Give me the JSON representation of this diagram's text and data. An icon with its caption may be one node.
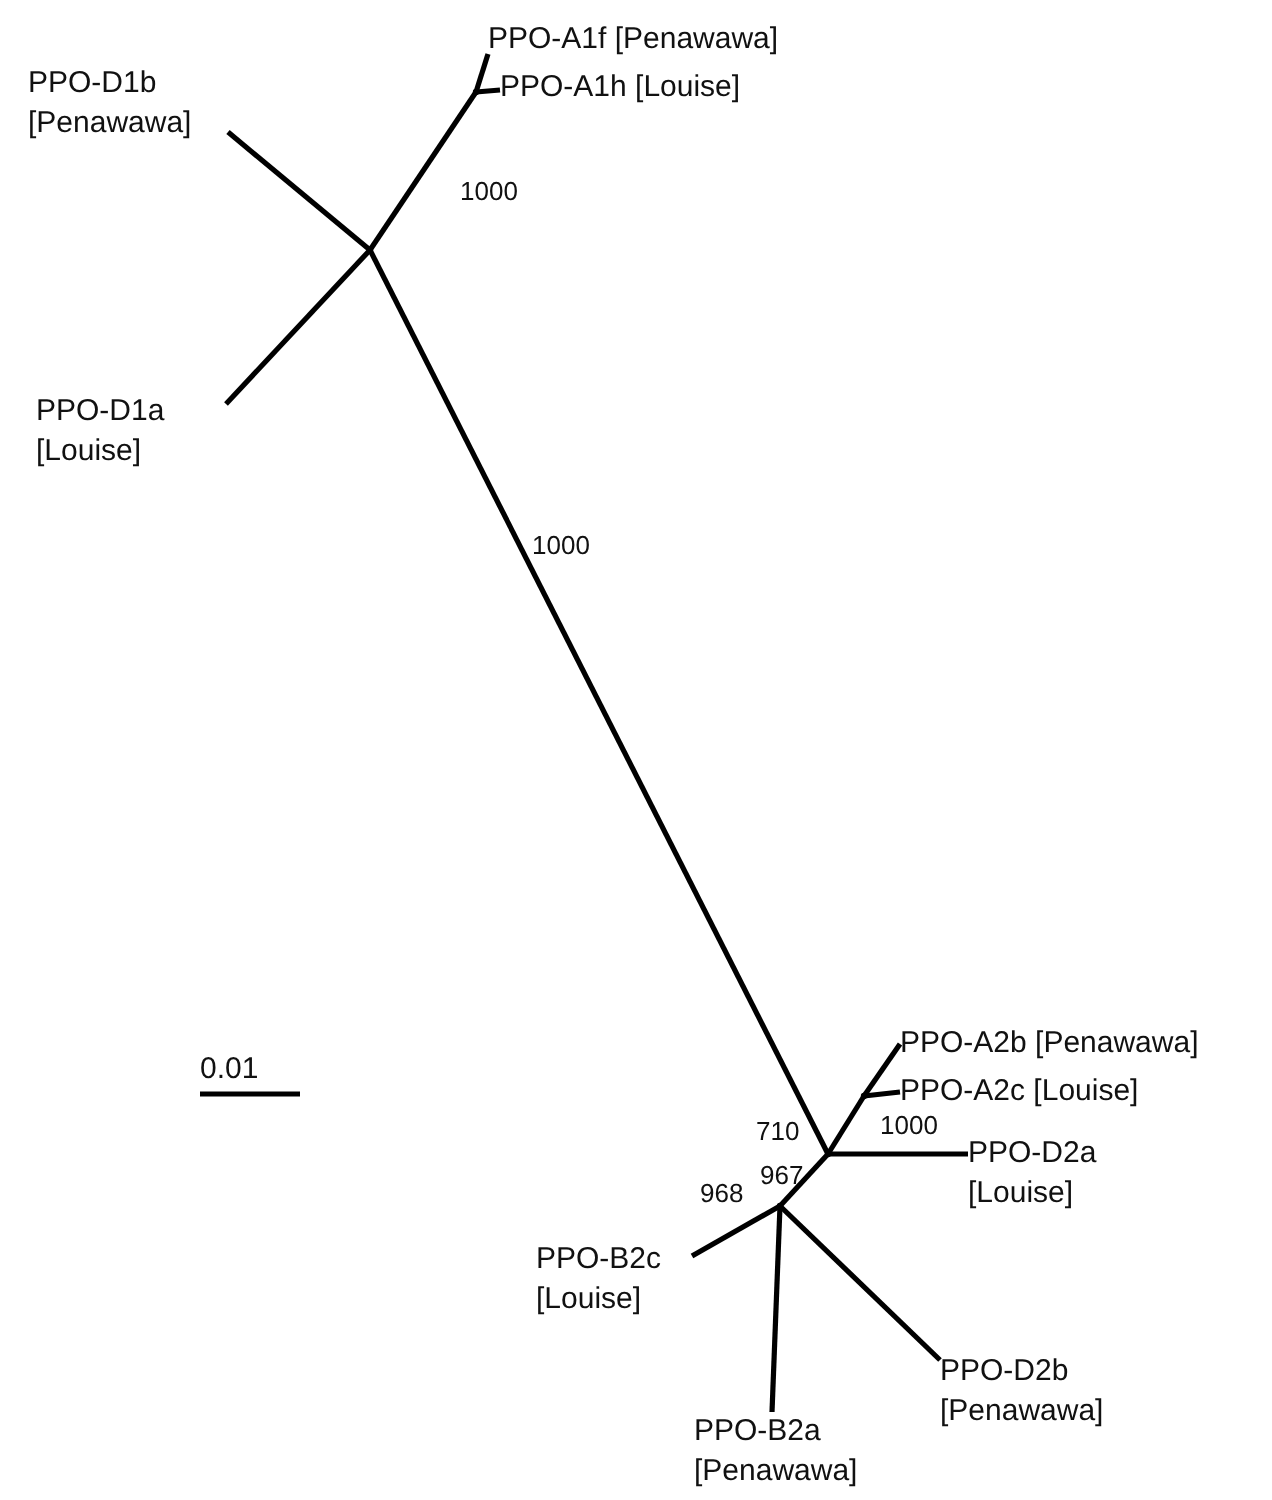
{
  "diagram": {
    "nodes": [
      {
        "text": [
          "PPO-A1f [Penawawa]"
        ]
      },
      {
        "text": [
          "PPO-A1h [Louise]"
        ]
      },
      {
        "text": [
          "PPO-D1b [Penawawa]"
        ]
      },
      {
        "text": [
          "PPO-D1a [Louise]"
        ]
      },
      {
        "text": [
          "PPO-A2b [Penawawa]"
        ]
      },
      {
        "text": [
          "PPO-A2c [Louise]"
        ]
      },
      {
        "text": [
          "PPO-D2a [Louise]"
        ]
      },
      {
        "text": [
          "PPO-B2c [Louise]"
        ]
      },
      {
        "text": [
          "PPO-D2b [Penawawa]"
        ]
      },
      {
        "text": [
          "PPO-B2a [Penawawa]"
        ]
      },
      {
        "text": [],
        "shape": "point"
      },
      {
        "text": [],
        "shape": "point"
      },
      {
        "text": [],
        "shape": "point"
      },
      {
        "text": [],
        "shape": "point"
      },
      {
        "text": [],
        "shape": "point"
      }
    ],
    "edges": [
      {
        "from": 10,
        "to": 0,
        "arrow": "none"
      },
      {
        "from": 10,
        "to": 1,
        "arrow": "none"
      },
      {
        "from": 11,
        "to": 10,
        "arrow": "none"
      },
      {
        "from": 11,
        "to": 2,
        "arrow": "none"
      },
      {
        "from": 11,
        "to": 3,
        "arrow": "none"
      },
      {
        "from": 11,
        "to": 12,
        "arrow": "none"
      },
      {
        "from": 12,
        "to": 13,
        "arrow": "none"
      },
      {
        "from": 13,
        "to": 4,
        "arrow": "none"
      },
      {
        "from": 13,
        "to": 5,
        "arrow": "none"
      },
      {
        "from": 12,
        "to": 6,
        "arrow": "none"
      },
      {
        "from": 12,
        "to": 14,
        "arrow": "none"
      },
      {
        "from": 14,
        "to": 7,
        "arrow": "none"
      },
      {
        "from": 14,
        "to": 9,
        "arrow": "none"
      },
      {
        "from": 14,
        "to": 8,
        "arrow": "none"
      }
    ],
    "labels": [
      "1000",
      "1000",
      "0.01",
      "710",
      "1000",
      "967",
      "968"
    ]
  }
}
